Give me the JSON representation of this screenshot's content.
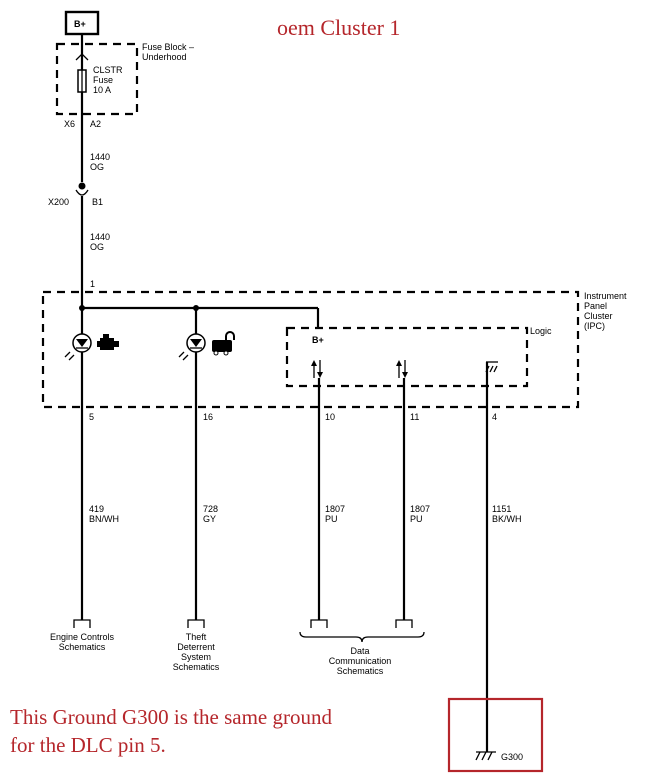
{
  "title": "oem Cluster 1",
  "power": {
    "label": "B+"
  },
  "fuse_block": {
    "title_line1": "Fuse Block –",
    "title_line2": "Underhood",
    "fuse_line1": "CLSTR",
    "fuse_line2": "Fuse",
    "fuse_line3": "10 A",
    "connector": "X6",
    "pin": "A2"
  },
  "wire_top": {
    "circuit": "1440",
    "color": "OG"
  },
  "inline_connector": {
    "name": "X200",
    "pin": "B1"
  },
  "wire_mid": {
    "circuit": "1440",
    "color": "OG"
  },
  "ipc": {
    "in_pin": "1",
    "title_line1": "Instrument",
    "title_line2": "Panel",
    "title_line3": "Cluster",
    "title_line4": "(IPC)",
    "logic_label": "Logic",
    "logic_bplus": "B+",
    "icons": [
      "check-engine-icon",
      "security-lock-icon"
    ]
  },
  "outputs": [
    {
      "pin": "5",
      "circuit": "419",
      "color": "BN/WH",
      "dest": [
        "Engine Controls",
        "Schematics"
      ]
    },
    {
      "pin": "16",
      "circuit": "728",
      "color": "GY",
      "dest": [
        "Theft",
        "Deterrent",
        "System",
        "Schematics"
      ]
    },
    {
      "pin": "10",
      "circuit": "1807",
      "color": "PU"
    },
    {
      "pin": "11",
      "circuit": "1807",
      "color": "PU"
    },
    {
      "pin": "4",
      "circuit": "1151",
      "color": "BK/WH"
    }
  ],
  "data_comm": {
    "dest": [
      "Data",
      "Communication",
      "Schematics"
    ]
  },
  "ground": {
    "label": "G300"
  },
  "note": {
    "line1": "This Ground G300 is the same ground",
    "line2": "for the DLC pin 5."
  },
  "colors": {
    "annotation": "#b5262b",
    "line": "#000000"
  }
}
